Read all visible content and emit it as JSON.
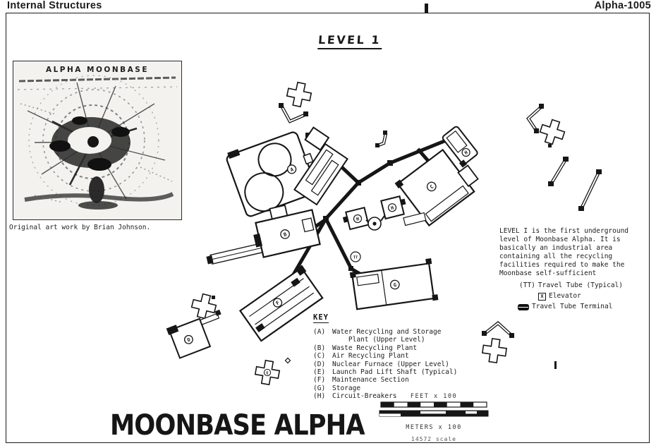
{
  "header": {
    "left_title": "Internal Structures",
    "right_title": "Alpha-1005"
  },
  "inset": {
    "title": "ALPHA MOONBASE",
    "caption": "Original art work by Brian Johnson."
  },
  "map": {
    "title": "LEVEL 1",
    "building_labels": {
      "a": "A",
      "b": "B",
      "c": "C",
      "d": "D",
      "e": "E",
      "f": "F",
      "g": "G",
      "h1": "H",
      "h2": "H",
      "h3": "H",
      "tt": "TT"
    }
  },
  "description": {
    "paragraph": "LEVEL I is the first underground\nlevel of Moonbase Alpha. It is\nbasically an industrial area\ncontaining all the recycling\nfacilities required to make the\nMoonbase self-sufficient",
    "travel_tube": {
      "prefix": "(TT)",
      "label": "Travel Tube (Typical)"
    },
    "elevator": {
      "symbol": "X",
      "label": "Elevator"
    },
    "terminal": {
      "label": "Travel Tube Terminal"
    }
  },
  "key": {
    "title": "KEY",
    "items": [
      {
        "code": "(A)",
        "label": "Water Recycling and Storage\n    Plant (Upper Level)"
      },
      {
        "code": "(B)",
        "label": "Waste Recycling Plant"
      },
      {
        "code": "(C)",
        "label": "Air Recycling Plant"
      },
      {
        "code": "(D)",
        "label": "Nuclear Furnace (Upper Level)"
      },
      {
        "code": "(E)",
        "label": "Launch Pad Lift Shaft (Typical)"
      },
      {
        "code": "(F)",
        "label": "Maintenance Section"
      },
      {
        "code": "(G)",
        "label": "Storage"
      },
      {
        "code": "(H)",
        "label": "Circuit-Breakers"
      }
    ]
  },
  "scale": {
    "feet_label": "FEET x 100",
    "meters_label": "METERS x 100",
    "note": "14572 scale"
  },
  "footer": {
    "logo": "MOONBASE ALPHA"
  },
  "colors": {
    "ink": "#161616",
    "paper": "#ffffff"
  }
}
